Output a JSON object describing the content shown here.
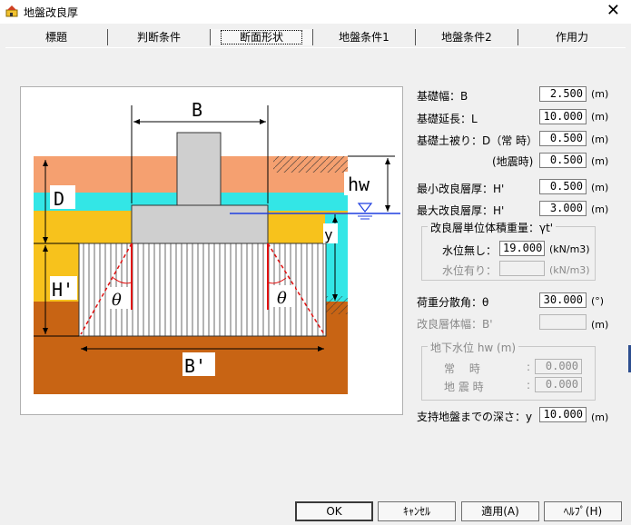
{
  "window": {
    "title": "地盤改良厚",
    "close": "✕"
  },
  "tabs": [
    {
      "label": "標題"
    },
    {
      "label": "判断条件"
    },
    {
      "label": "断面形状",
      "active": true
    },
    {
      "label": "地盤条件1"
    },
    {
      "label": "地盤条件2"
    },
    {
      "label": "作用力"
    }
  ],
  "diagram": {
    "labels": {
      "B": "B",
      "hw": "hw",
      "D": "D",
      "y": "y",
      "H": "H'",
      "theta": "θ",
      "Bp": "B'"
    }
  },
  "form": {
    "width": {
      "label": "基礎幅：B",
      "value": "2.500",
      "unit": "(m)"
    },
    "length": {
      "label": "基礎延長：L",
      "value": "10.000",
      "unit": "(m)"
    },
    "embed": {
      "label": "基礎土被り：D（常 時）",
      "value": "0.500",
      "unit": "(m)"
    },
    "embed_eq": {
      "label": "(地震時)",
      "value": "0.500",
      "unit": "(m)"
    },
    "min_thick": {
      "label": "最小改良層厚：H'",
      "value": "0.500",
      "unit": "(m)"
    },
    "max_thick": {
      "label": "最大改良層厚：H'",
      "value": "3.000",
      "unit": "(m)"
    },
    "unit_weight": {
      "title": "改良層単位体積重量：γt'",
      "no_water": {
        "label": "水位無し：",
        "value": "19.000",
        "unit": "(kN/m3)"
      },
      "with_water": {
        "label": "水位有り：",
        "value": "",
        "unit": "(kN/m3)"
      }
    },
    "load_angle": {
      "label": "荷重分散角：θ",
      "value": "30.000",
      "unit": "(°)"
    },
    "improve_width": {
      "label": "改良層体幅：B'",
      "value": "",
      "unit": "(m)"
    },
    "groundwater": {
      "title": "地下水位 hw (m)",
      "normal": {
        "label": "常　 時",
        "sep": ":",
        "value": "0.000"
      },
      "quake": {
        "label": "地 震 時",
        "sep": ":",
        "value": "0.000"
      }
    },
    "depth": {
      "label": "支持地盤までの深さ：y",
      "value": "10.000",
      "unit": "(m)"
    }
  },
  "buttons": {
    "ok": "OK",
    "cancel": "ｷｬﾝｾﾙ",
    "apply": "適用(A)",
    "help": "ﾍﾙﾌﾟ(H)"
  }
}
